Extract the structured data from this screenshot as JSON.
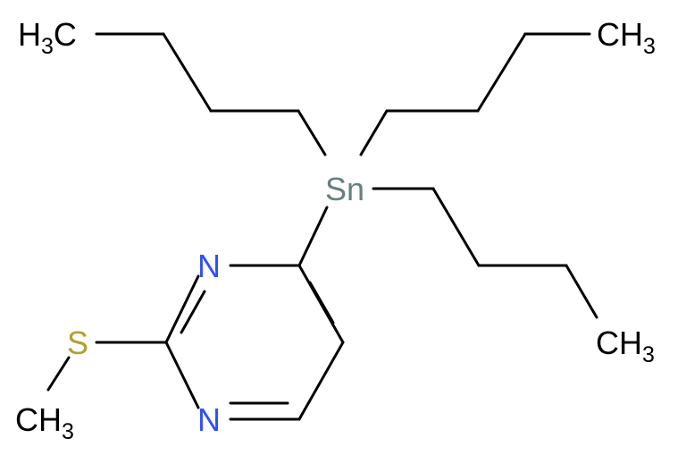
{
  "molecule": {
    "labels": {
      "tin": "Sn",
      "n_top": "N",
      "n_bottom": "N",
      "sulfur": "S",
      "methyl_c": "CH",
      "methyl_sub": "3",
      "top_left_h": "H",
      "top_left_sub": "3",
      "top_left_c": "C",
      "top_right_c": "CH",
      "top_right_sub": "3",
      "bottom_right_c": "CH",
      "bottom_right_sub": "3"
    },
    "colors": {
      "bond": "#000000",
      "tin": "#668080",
      "nitrogen": "#3050F8",
      "sulfur": "#B2A02F",
      "carbon_label": "#000000"
    }
  }
}
